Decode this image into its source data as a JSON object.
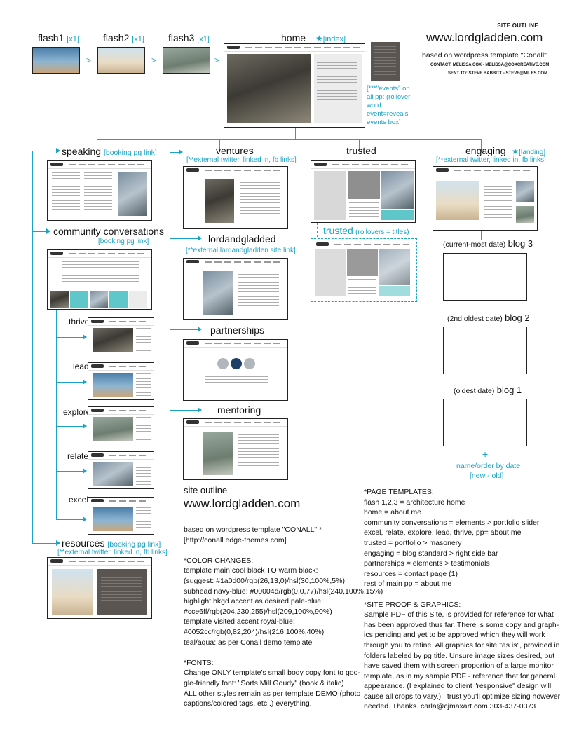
{
  "header": {
    "site_outline": "SITE OUTLINE",
    "url": "www.lordgladden.com",
    "based_on": "based on wordpress template \"Conall\"",
    "contact1": "CONTACT: MELISSA COX - MELISSA@COXCREATIVE.COM",
    "contact2": "SENT TO: STEVE BABBITT - STEVE@MILES.COM"
  },
  "top": {
    "flash1": "flash1",
    "flash1_note": "[x1]",
    "flash2": "flash2",
    "flash2_note": "[x1]",
    "flash3": "flash3",
    "flash3_note": "[x1]",
    "home": "home",
    "home_star": "★",
    "home_note": "[index]",
    "events_note": "[***\"events\" on all pp: (rollover word event=reveals events box]"
  },
  "columns": {
    "speaking": "speaking",
    "speaking_note": "[booking pg link]",
    "ventures": "ventures",
    "ventures_note": "[**external twitter, linked in, fb links]",
    "trusted": "trusted",
    "engaging": "engaging",
    "engaging_star": "★",
    "engaging_star_note": "[landing]",
    "engaging_note": "[**external twitter, linked in, fb links]",
    "community": "community conversations",
    "community_note": "[booking pg link]",
    "lordandgladded": "lordandgladded",
    "lordandgladded_note": "[**external lordandgladden site link]",
    "trusted2": "trusted",
    "trusted2_note": "(rollovers = titles)",
    "partnerships": "partnerships",
    "mentoring": "mentoring",
    "thrive": "thrive",
    "lead": "lead",
    "explore": "explore",
    "relate": "relate",
    "excel": "excel",
    "resources": "resources",
    "resources_note1": "[booking pg link]",
    "resources_note2": "[**external twitter, linked in, fb links]"
  },
  "blogs": {
    "blog3_pre": "(current-most date)",
    "blog3": "blog 3",
    "blog2_pre": "(2nd oldest date)",
    "blog2": "blog 2",
    "blog1_pre": "(oldest date)",
    "blog1": "blog 1",
    "plus": "+",
    "name_order": "name/order by date",
    "new_old": "[new - old]"
  },
  "outline": {
    "title": "site outline",
    "url": "www.lordgladden.com",
    "lines": [
      "based on wordpress template \"CONALL\" *",
      "[http://conall.edge-themes.com]",
      "",
      "*COLOR CHANGES:",
      "template main cool black TO warm black:",
      "(suggest: #1a0d00/rgb(26,13,0)/hsl(30,100%,5%)",
      "subhead navy-blue: #00004d/rgb(0,0,77)/hsl(240,100%,15%)",
      "highlight bkgd accent as desired pale-blue:",
      "#cce6ff/rgb(204,230,255)/hsl(209,100%,90%)",
      "template visited accent royal-blue:",
      "#0052cc/rgb(0,82,204)/hsl(216,100%,40%)",
      "teal/aqua: as per Conall demo template",
      "",
      "*FONTS:",
      "Change ONLY template's small body copy font to goo-",
      "gle-friendly font: \"Sorts Mill Goudy\" (book & italic)",
      "ALL other styles remain as per template DEMO (photo",
      "captions/colored tags, etc..) everything."
    ]
  },
  "templates": {
    "lines": [
      "*PAGE TEMPLATES:",
      "flash 1,2,3 = architecture home",
      "home = about me",
      "community conversations = elements > portfolio slider",
      "excel, relate, explore, lead, thrive, pp= about me",
      "trusted = portfolio > masonery",
      "engaging = blog standard > right side bar",
      "partnerships = elements > testimonials",
      "resources = contact page (1)",
      "rest of main pp = about me",
      "",
      "*SITE PROOF & GRAPHICS:",
      "Sample PDF of this Site, is provided for reference for what",
      "has been approved thus far. There is some copy and graph-",
      "ics pending and yet to be approved which they will work",
      "through you to refine. All graphics for site \"as is\", provided in",
      "folders labeled by pg title. Unsure image sizes desired, but",
      "have saved them with screen proportion of a large monitor",
      "template, as in my sample PDF - reference that for general",
      "appearance. (I explained to client \"responsive\" design will",
      "cause all crops to vary.) I trust you'll optimize sizing however",
      "needed. Thanks. carla@cjmaxart.com 303-437-0373"
    ]
  },
  "colors": {
    "accent": "#1aa3c4",
    "border": "#222222",
    "text": "#111111"
  }
}
